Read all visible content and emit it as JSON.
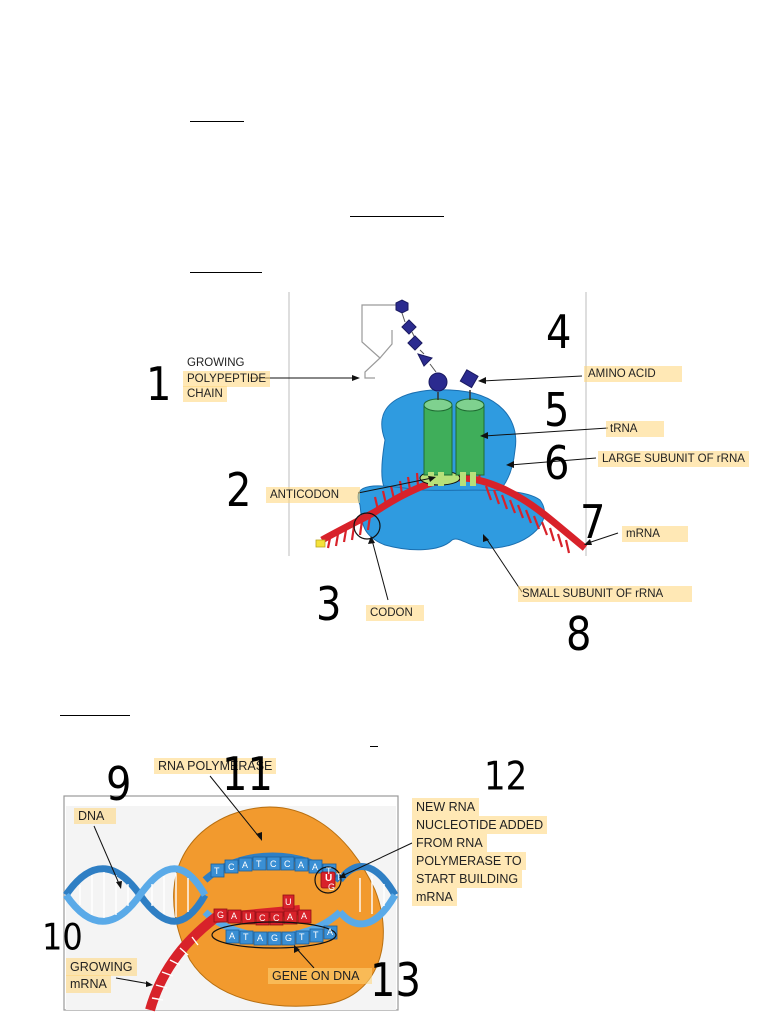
{
  "translation_diagram": {
    "growing_polypeptide_chain": [
      "GROWING",
      "POLYPEPTIDE",
      "CHAIN"
    ],
    "amino_acid": "AMINO ACID",
    "trna": "tRNA",
    "large_subunit": "LARGE SUBUNIT OF rRNA",
    "anticodon": "ANTICODON",
    "mrna": "mRNA",
    "codon": "CODON",
    "small_subunit": "SMALL SUBUNIT OF rRNA"
  },
  "transcription_diagram": {
    "rna_polymerase": "RNA POLYMERASE",
    "dna": "DNA",
    "new_rna_nucleotide": [
      "NEW RNA",
      "NUCLEOTIDE ADDED",
      "FROM RNA",
      "POLYMERASE TO",
      "START BUILDING",
      "mRNA"
    ],
    "growing_mrna": [
      "GROWING",
      "mRNA"
    ],
    "gene_on_dna": "GENE ON DNA",
    "top_strand_bases": [
      "T",
      "C",
      "A",
      "T",
      "C",
      "C",
      "A",
      "A",
      "T",
      "T",
      "G"
    ],
    "rna_bases": [
      "G",
      "A",
      "U",
      "C",
      "C",
      "A",
      "A",
      "U"
    ],
    "template_bases": [
      "A",
      "T",
      "A",
      "G",
      "G",
      "T",
      "T",
      "A"
    ],
    "nucleotide_base": "U"
  },
  "handwritten_numbers": [
    "1",
    "2",
    "3",
    "4",
    "5",
    "6",
    "7",
    "8",
    "9",
    "10",
    "11",
    "12",
    "13"
  ],
  "colors": {
    "ribosome_blue": "#2f9be0",
    "trna_green": "#3fae5a",
    "mrna_red": "#d8222a",
    "amino_acid_navy": "#2b2b8f",
    "polymerase_orange": "#f29a2e",
    "dna_blue": "#3a8fd4",
    "highlight": "#ffd678"
  }
}
